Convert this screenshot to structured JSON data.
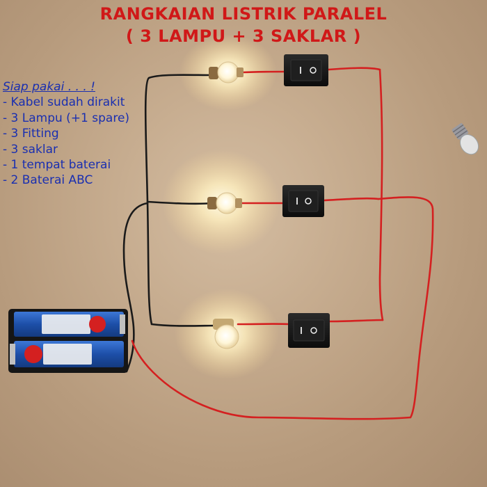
{
  "title": {
    "line1": "RANGKAIAN LISTRIK PARALEL",
    "line2": "( 3 LAMPU + 3 SAKLAR )"
  },
  "info": {
    "heading": "Siap pakai . . . !",
    "items": [
      "- Kabel sudah dirakit",
      "- 3 Lampu (+1 spare)",
      "- 3 Fitting",
      "- 3 saklar",
      "- 1 tempat baterai",
      "- 2 Baterai ABC"
    ]
  },
  "colors": {
    "title": "#d01818",
    "info_text": "#1a2fb0",
    "wire_red": "#d42020",
    "wire_black": "#1a1a1a",
    "switch_body": "#141414",
    "battery_blue": "#1d4fa8"
  }
}
